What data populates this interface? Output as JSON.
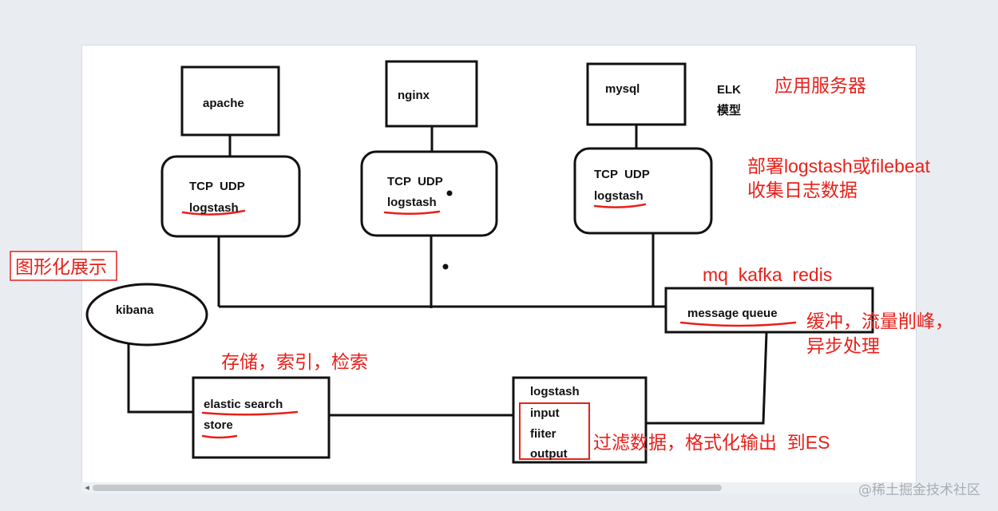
{
  "nodes": {
    "apache": "apache",
    "nginx": "nginx",
    "mysql": "mysql",
    "agent_proto": "TCP  UDP",
    "agent_logstash": "logstash",
    "kibana": "kibana",
    "message_queue": "message queue",
    "es_line1": "elastic search",
    "es_line2": "store",
    "ls_title": "logstash",
    "ls_input": "input",
    "ls_filter": "fiiter",
    "ls_output": "output"
  },
  "labels": {
    "elk": "ELK",
    "elk_model": "模型",
    "app_servers": "应用服务器",
    "deploy_1": "部署logstash或filebeat",
    "deploy_2": "收集日志数据",
    "visualize": "图形化展示",
    "mq_kinds": "mq  kafka  redis",
    "buffer_1": "缓冲，流量削峰，",
    "buffer_2": "异步处理",
    "storage": "存储，索引，检索",
    "filter_desc": "过滤数据，格式化输出  到ES"
  },
  "watermark": "@稀土掘金技术社区",
  "colors": {
    "annotation": "#e8201a",
    "stroke": "#111111",
    "canvas": "#ffffff",
    "background": "#e9edf2"
  }
}
